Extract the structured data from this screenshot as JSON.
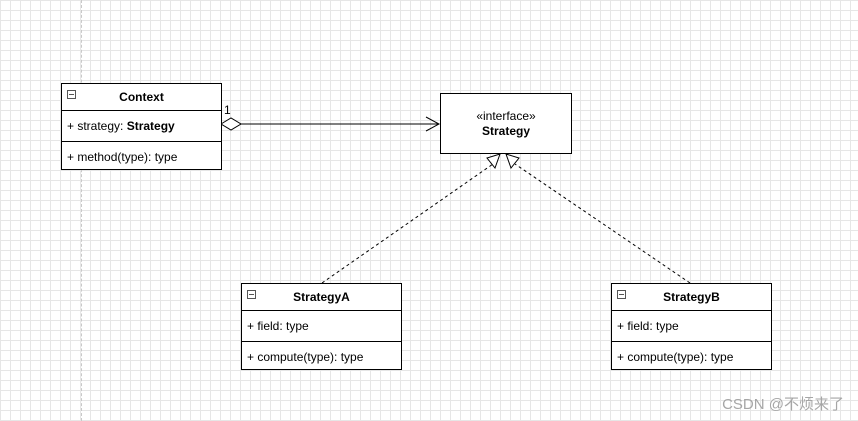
{
  "diagram": {
    "context": {
      "name": "Context",
      "attribute_prefix": "+ strategy: ",
      "attribute_type": "Strategy",
      "method": "+ method(type): type"
    },
    "strategy_interface": {
      "stereotype": "«interface»",
      "name": "Strategy"
    },
    "strategy_a": {
      "name": "StrategyA",
      "attribute": "+ field: type",
      "method": "+ compute(type): type"
    },
    "strategy_b": {
      "name": "StrategyB",
      "attribute": "+ field: type",
      "method": "+ compute(type): type"
    },
    "association": {
      "multiplicity": "1"
    }
  },
  "watermark": "CSDN @不烦来了",
  "colors": {
    "background": "#ffffff",
    "grid": "#e6e6e6",
    "line": "#000000",
    "watermark": "#a6a6a6"
  }
}
